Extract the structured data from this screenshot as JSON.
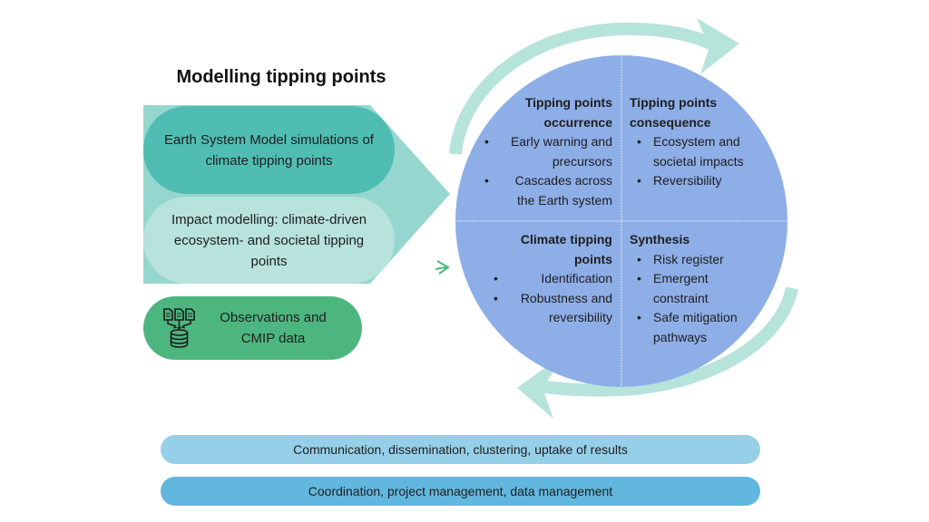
{
  "title": "Modelling tipping points",
  "colors": {
    "esm_fill": "#4fbdb2",
    "impact_fill": "#b7e3dc",
    "chevron_fill": "#95d7cf",
    "observations_fill": "#4db67e",
    "circle_fill": "#8eaee8",
    "cycle_arrow": "#b6e3da",
    "connector_arrow": "#4db67e",
    "bar_communication": "#95cfe8",
    "bar_coordination": "#62b7df"
  },
  "inputs": {
    "esm": "Earth System Model simulations of climate tipping points",
    "impact": "Impact modelling: climate-driven ecosystem- and societal tipping points",
    "observations": {
      "text": "Observations and CMIP data",
      "icon": "database-icon"
    }
  },
  "quadrants": {
    "occurrence": {
      "title": "Tipping points occurrence",
      "items": [
        "Early warning and precursors",
        "Cascades across the Earth system"
      ]
    },
    "consequence": {
      "title": "Tipping points consequence",
      "items": [
        "Ecosystem and societal impacts",
        "Reversibility"
      ]
    },
    "climate": {
      "title": "Climate tipping points",
      "items": [
        "Identification",
        "Robustness and reversibility"
      ]
    },
    "synthesis": {
      "title": "Synthesis",
      "items": [
        "Risk register",
        "Emergent constraint",
        "Safe mitigation pathways"
      ]
    }
  },
  "bars": {
    "communication": "Communication, dissemination, clustering, uptake of results",
    "coordination": "Coordination, project management, data management"
  }
}
